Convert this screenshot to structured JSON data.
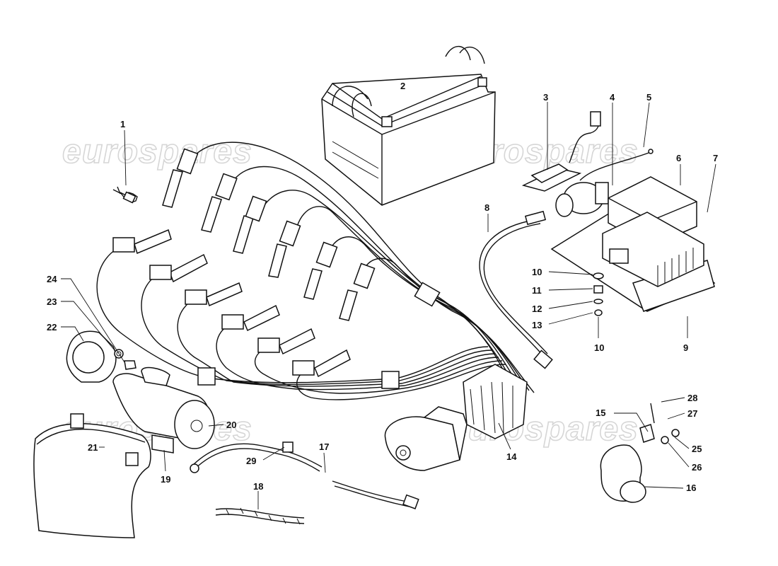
{
  "watermark": {
    "text": "eurospares",
    "color": "#d6d6d6"
  },
  "callouts": {
    "c1": "1",
    "c2": "2",
    "c3": "3",
    "c4": "4",
    "c5": "5",
    "c6": "6",
    "c7": "7",
    "c8": "8",
    "c9": "9",
    "c10a": "10",
    "c10b": "10",
    "c11": "11",
    "c12": "12",
    "c13": "13",
    "c14": "14",
    "c15": "15",
    "c16": "16",
    "c17": "17",
    "c18": "18",
    "c19": "19",
    "c20": "20",
    "c21": "21",
    "c22": "22",
    "c23": "23",
    "c24": "24",
    "c25": "25",
    "c26": "26",
    "c27": "27",
    "c28": "28",
    "c29": "29"
  },
  "line_color": "#111111",
  "background": "#ffffff"
}
